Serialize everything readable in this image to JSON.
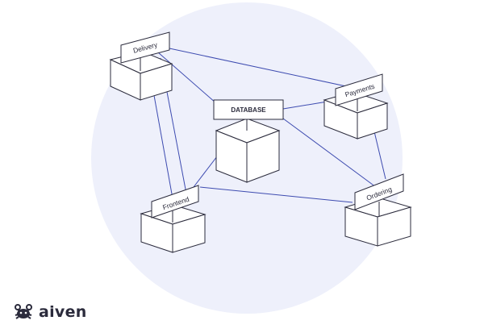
{
  "colors": {
    "background_circle": "#eef0fb",
    "line": "#3d4bb0",
    "box_stroke": "#2b2b3c",
    "sign_fill": "#ffffff",
    "text": "#2b2b3c"
  },
  "diagram": {
    "nodes": [
      {
        "id": "delivery",
        "label": "Delivery"
      },
      {
        "id": "database",
        "label": "DATABASE"
      },
      {
        "id": "payments",
        "label": "Payments"
      },
      {
        "id": "frontend",
        "label": "Frontend"
      },
      {
        "id": "ordering",
        "label": "Ordering"
      }
    ],
    "edges": [
      [
        "delivery",
        "payments"
      ],
      [
        "delivery",
        "database"
      ],
      [
        "delivery",
        "frontend"
      ],
      [
        "database",
        "payments"
      ],
      [
        "database",
        "frontend"
      ],
      [
        "database",
        "ordering"
      ],
      [
        "payments",
        "ordering"
      ],
      [
        "frontend",
        "ordering"
      ]
    ]
  },
  "brand": {
    "logo_icon": "crab-icon",
    "name": "aiven"
  }
}
